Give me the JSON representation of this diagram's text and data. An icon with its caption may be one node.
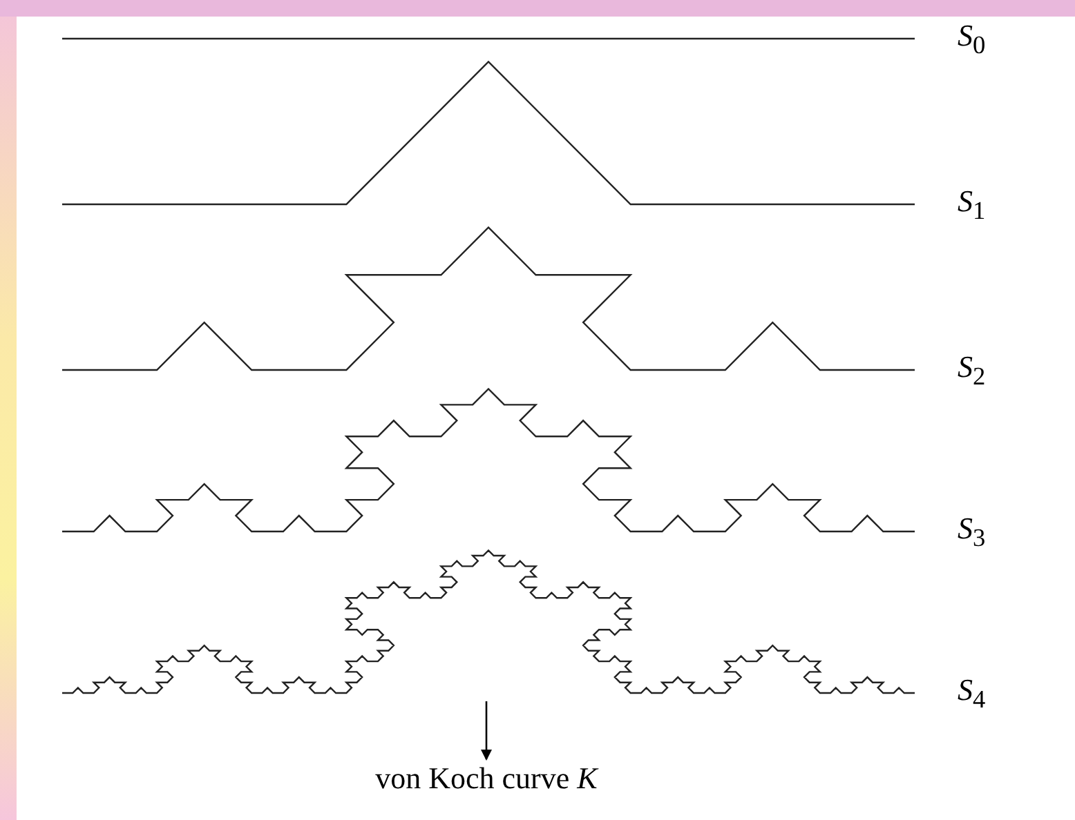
{
  "diagram": {
    "nodes": [
      {
        "text": [],
        "shape": "picture",
        "beside": [
          "*S*$_{0}$"
        ]
      },
      {
        "text": [],
        "shape": "picture",
        "beside": [
          "*S*$_{1}$"
        ]
      },
      {
        "text": [],
        "shape": "picture",
        "beside": [
          "*S*$_{2}$"
        ]
      },
      {
        "text": [],
        "shape": "picture",
        "beside": [
          "*S*$_{3}$"
        ]
      },
      {
        "text": [],
        "shape": "picture",
        "beside": [
          "*S*$_{4}$"
        ]
      },
      {
        "text": [
          "von Koch curve *K*"
        ]
      }
    ],
    "edges": [
      {
        "from": 4,
        "to": 5,
        "arrow": "to"
      }
    ]
  }
}
